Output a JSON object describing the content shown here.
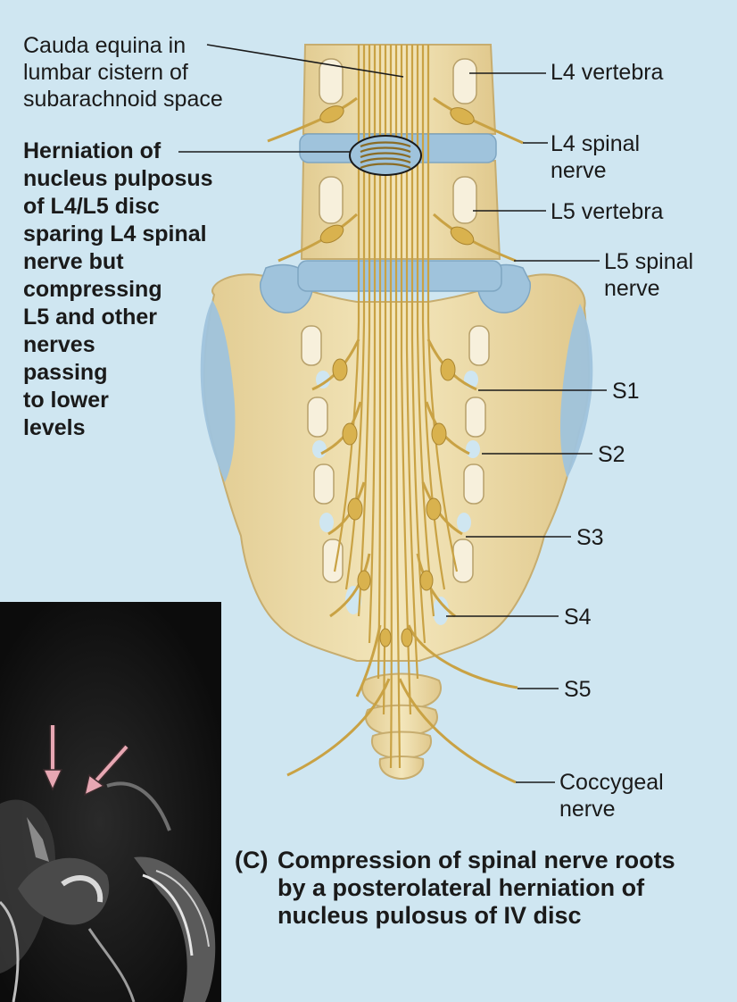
{
  "labels": {
    "cauda_equina": "Cauda equina in\nlumbar cistern of\nsubarachnoid space",
    "herniation": "Herniation of\nnucleus pulposus\nof L4/L5 disc\nsparing L4 spinal\nnerve but\ncompressing\nL5 and other\nnerves\npassing\nto lower\nlevels",
    "l4_vertebra": "L4 vertebra",
    "l4_spinal_nerve": "L4 spinal\nnerve",
    "l5_vertebra": "L5 vertebra",
    "l5_spinal_nerve": "L5 spinal\nnerve",
    "s1": "S1",
    "s2": "S2",
    "s3": "S3",
    "s4": "S4",
    "s5": "S5",
    "coccygeal_nerve": "Coccygeal\nnerve"
  },
  "caption": {
    "tag": "(C)",
    "text": "Compression of spinal nerve roots\nby a posterolateral herniation of\nnucleus pulosus of IV disc"
  },
  "colors": {
    "background": "#cfe6f1",
    "bone": "#ecdcaa",
    "bone_outline": "#c7ad6f",
    "disc": "#9fc3dc",
    "nerve": "#c9a244",
    "leader_line": "#1a1a1a",
    "mri_arrow": "#e7a7b3"
  }
}
